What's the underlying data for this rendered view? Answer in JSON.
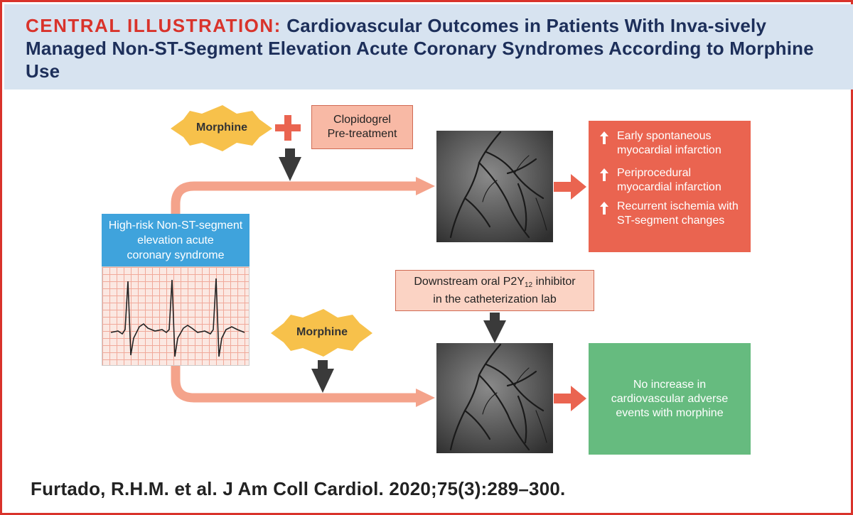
{
  "header": {
    "title_lead": "CENTRAL ILLUSTRATION:",
    "title_rest": "Cardiovascular Outcomes in Patients With Inva-sively Managed Non-ST-Segment Elevation Acute Coronary Syndromes According to Morphine Use"
  },
  "top_pathway": {
    "morphine_label": "Morphine",
    "plus_symbol": "+",
    "pretreatment": {
      "line1": "Clopidogrel",
      "line2": "Pre-treatment"
    },
    "outcomes": [
      {
        "line1": "Early spontaneous",
        "line2": "myocardial infarction"
      },
      {
        "line1": "Periprocedural",
        "line2": "myocardial infarction"
      },
      {
        "line1": "Recurrent ischemia",
        "line2": "with ST-segment",
        "line3": "changes"
      }
    ]
  },
  "patient_box": {
    "line1": "High-risk Non-ST-segment",
    "line2": "elevation acute",
    "line3": "coronary syndrome"
  },
  "bottom_pathway": {
    "morphine_label": "Morphine",
    "downstream": {
      "line1_prefix": "Downstream oral P2Y",
      "line1_subscript": "12",
      "line1_suffix": " inhibitor",
      "line2": "in the catheterization lab"
    },
    "outcome": {
      "line1": "No increase in",
      "line2": "cardiovascular adverse",
      "line3": "events with morphine"
    }
  },
  "citation": "Furtado, R.H.M. et al. J Am Coll Cardiol. 2020;75(3):289–300.",
  "colors": {
    "title_accent": "#d9332b",
    "title_text": "#1d2f5a",
    "header_bg": "#d7e3f0",
    "pathway_arrow": "#f4a38b",
    "burst": "#f7c14b",
    "outcome_adverse": "#ea6450",
    "outcome_neutral": "#66bb7f",
    "patient_box": "#3fa3dc"
  }
}
